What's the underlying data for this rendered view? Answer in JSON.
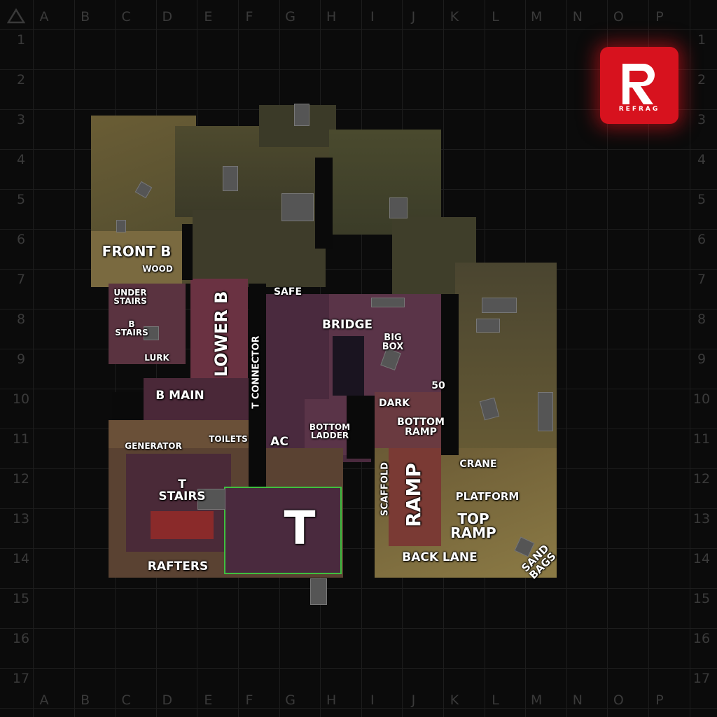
{
  "map": {
    "columns": [
      "A",
      "B",
      "C",
      "D",
      "E",
      "F",
      "G",
      "H",
      "I",
      "J",
      "K",
      "L",
      "M",
      "N",
      "O",
      "P"
    ],
    "rows": [
      "1",
      "2",
      "3",
      "4",
      "5",
      "6",
      "7",
      "8",
      "9",
      "10",
      "11",
      "12",
      "13",
      "14",
      "15",
      "16",
      "17"
    ],
    "callouts": {
      "front_b": "FRONT B",
      "wood": "WOOD",
      "under_stairs": "UNDER\nSTAIRS",
      "b_stairs": "B\nSTAIRS",
      "lurk": "LURK",
      "lower_b": "LOWER B",
      "b_main": "B MAIN",
      "t_connector": "T CONNECTOR",
      "safe": "SAFE",
      "bridge": "BRIDGE",
      "big_box": "BIG\nBOX",
      "fifty": "50",
      "dark": "DARK",
      "bottom_ramp": "BOTTOM\nRAMP",
      "bottom_ladder": "BOTTOM\nLADDER",
      "ac": "AC",
      "generator": "GENERATOR",
      "toilets": "TOILETS",
      "t_stairs": "T\nSTAIRS",
      "t_spawn": "T",
      "rafters": "RAFTERS",
      "scaffold": "SCAFFOLD",
      "ramp": "RAMP",
      "crane": "CRANE",
      "platform": "PLATFORM",
      "top_ramp": "TOP\nRAMP",
      "back_lane": "BACK LANE",
      "sand_bags": "SAND\nBAGS"
    }
  },
  "logo": {
    "text": "REFRAG",
    "color": "#d7121e"
  },
  "colors": {
    "background": "#0b0b0b",
    "olive_area": "#5e5530",
    "maroon_area": "#4a2838",
    "tan_area": "#7a6a40",
    "spawn_outline": "#3fbf3f"
  }
}
